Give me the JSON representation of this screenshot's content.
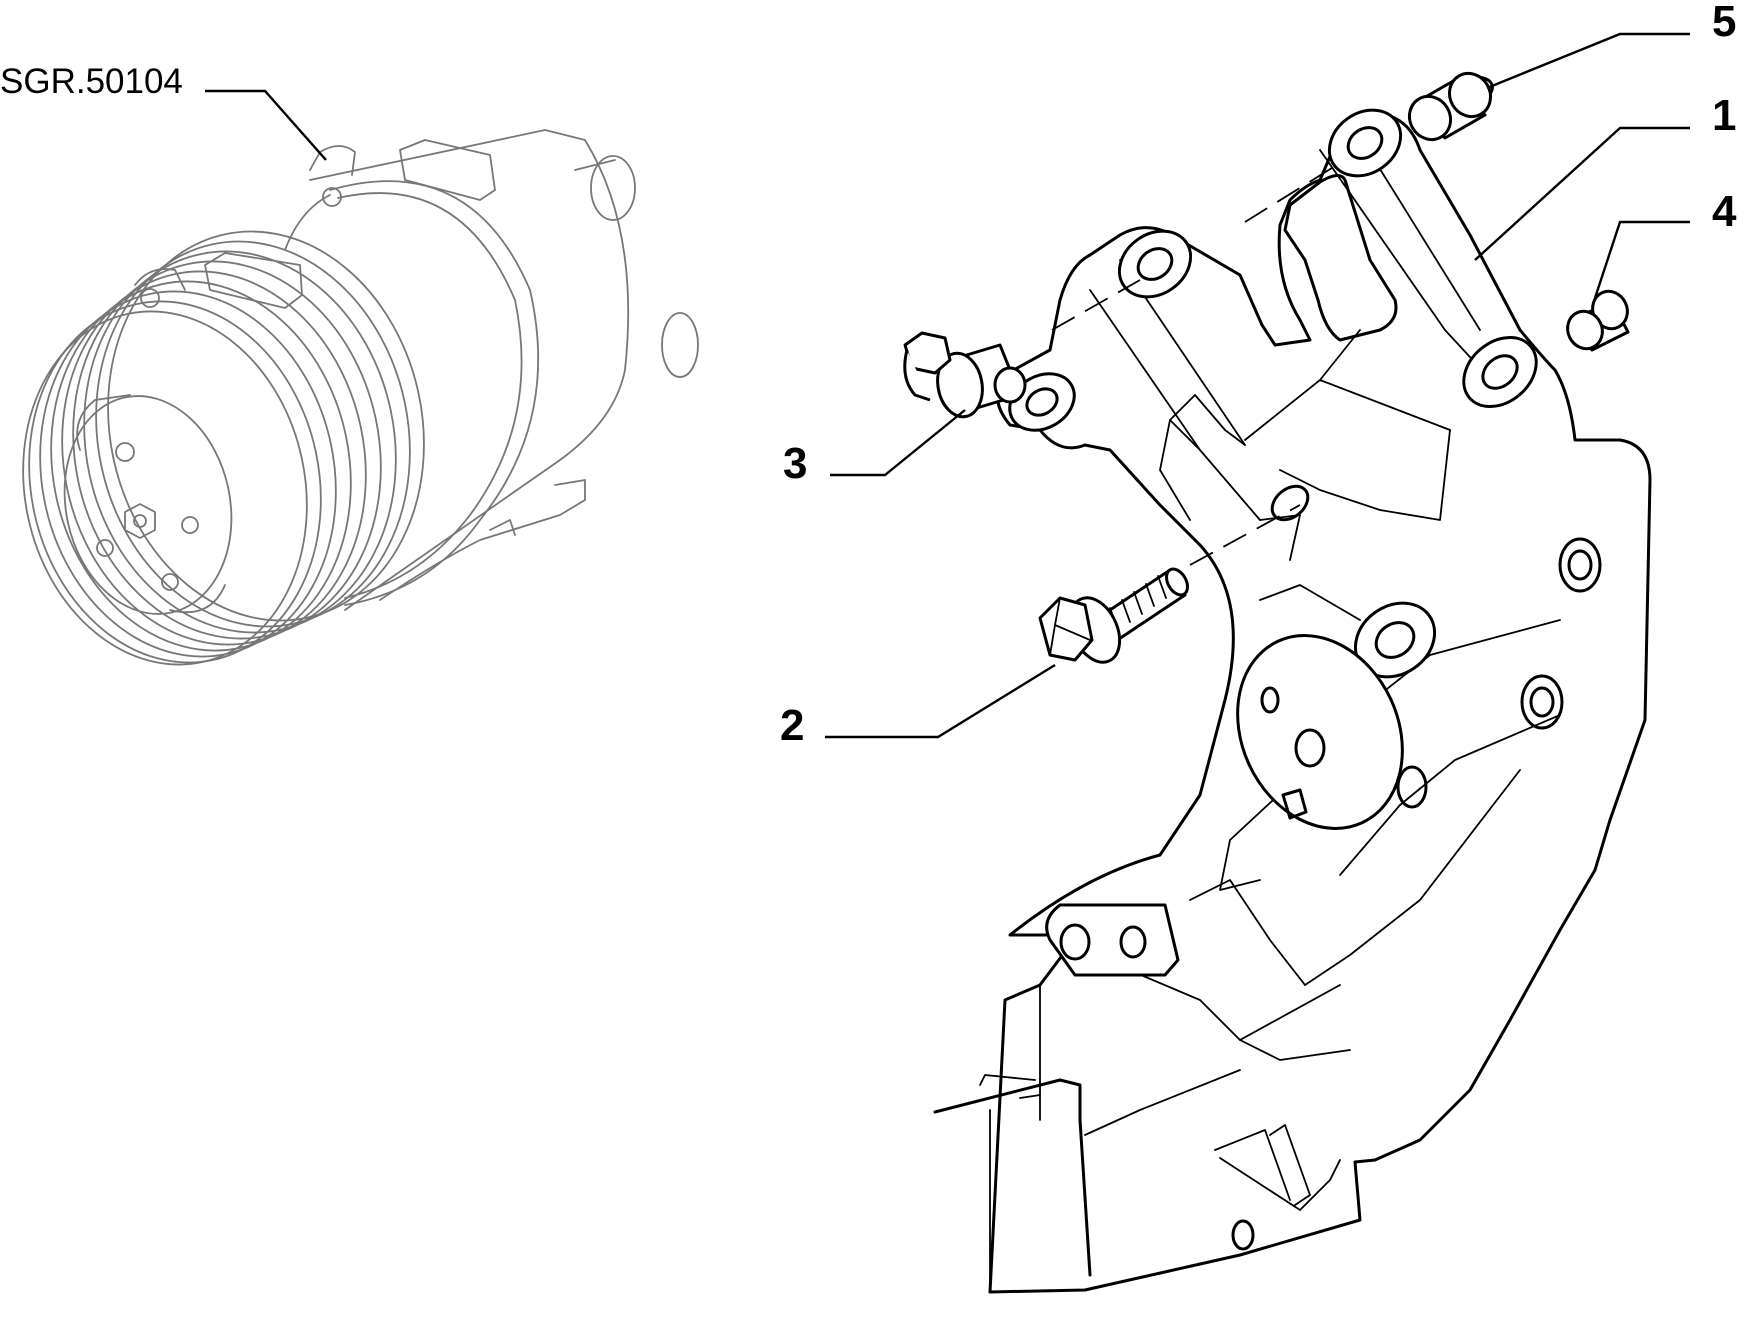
{
  "diagram": {
    "reference_label": "SGR.50104",
    "callouts": [
      {
        "id": "1",
        "text": "1"
      },
      {
        "id": "2",
        "text": "2"
      },
      {
        "id": "3",
        "text": "3"
      },
      {
        "id": "4",
        "text": "4"
      },
      {
        "id": "5",
        "text": "5"
      }
    ],
    "colors": {
      "outline": "#000000",
      "thin_line": "#777777",
      "background": "#ffffff"
    },
    "parts": [
      {
        "name": "ac-compressor",
        "style": "thin-outline"
      },
      {
        "name": "compressor-mounting-bracket",
        "callout": "1"
      },
      {
        "name": "long-flange-bolt",
        "callout": "2"
      },
      {
        "name": "short-flange-bolt",
        "callout": "3"
      },
      {
        "name": "bushing",
        "callout": "4"
      },
      {
        "name": "flanged-bushing",
        "callout": "5"
      }
    ]
  }
}
